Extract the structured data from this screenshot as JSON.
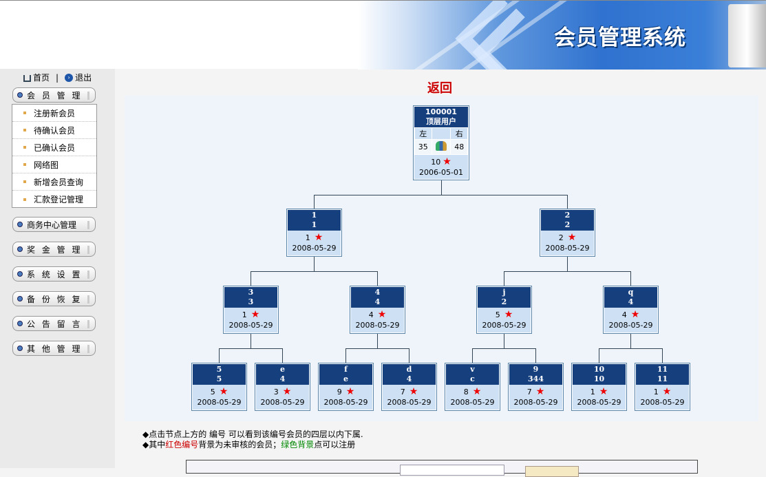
{
  "header": {
    "title": "会员管理系统"
  },
  "toplinks": {
    "home": "首页",
    "sep": "|",
    "logout": "退出"
  },
  "sidebar": {
    "menus": [
      {
        "label": "会 员 管 理"
      },
      {
        "label": "商务中心管理"
      },
      {
        "label": "奖 金 管 理"
      },
      {
        "label": "系 统 设 置"
      },
      {
        "label": "备 份 恢 复"
      },
      {
        "label": "公 告 留 言"
      },
      {
        "label": "其 他 管 理"
      }
    ],
    "submenu": [
      {
        "label": "注册新会员"
      },
      {
        "label": "待确认会员"
      },
      {
        "label": "已确认会员"
      },
      {
        "label": "网络图"
      },
      {
        "label": "新增会员查询"
      },
      {
        "label": "汇款登记管理"
      }
    ]
  },
  "back": "返回",
  "root": {
    "id": "100001",
    "name": "顶层用户",
    "left_label": "左",
    "right_label": "右",
    "left": "35",
    "right": "48",
    "stars": "10",
    "date": "2006-05-01"
  },
  "nodes": [
    {
      "id": "1",
      "name": "1",
      "stars": "1",
      "date": "2008-05-29",
      "level": 1
    },
    {
      "id": "2",
      "name": "2",
      "stars": "2",
      "date": "2008-05-29",
      "level": 1
    },
    {
      "id": "3",
      "name": "3",
      "stars": "1",
      "date": "2008-05-29",
      "level": 2
    },
    {
      "id": "4",
      "name": "4",
      "stars": "4",
      "date": "2008-05-29",
      "level": 2
    },
    {
      "id": "j",
      "name": "2",
      "stars": "5",
      "date": "2008-05-29",
      "level": 2
    },
    {
      "id": "q",
      "name": "4",
      "stars": "4",
      "date": "2008-05-29",
      "level": 2
    },
    {
      "id": "5",
      "name": "5",
      "stars": "5",
      "date": "2008-05-29",
      "level": 3
    },
    {
      "id": "e",
      "name": "4",
      "stars": "3",
      "date": "2008-05-29",
      "level": 3
    },
    {
      "id": "f",
      "name": "e",
      "stars": "9",
      "date": "2008-05-29",
      "level": 3
    },
    {
      "id": "d",
      "name": "4",
      "stars": "7",
      "date": "2008-05-29",
      "level": 3
    },
    {
      "id": "v",
      "name": "c",
      "stars": "8",
      "date": "2008-05-29",
      "level": 3
    },
    {
      "id": "9",
      "name": "344",
      "stars": "7",
      "date": "2008-05-29",
      "level": 3
    },
    {
      "id": "10",
      "name": "10",
      "stars": "1",
      "date": "2008-05-29",
      "level": 3
    },
    {
      "id": "11",
      "name": "11",
      "stars": "1",
      "date": "2008-05-29",
      "level": 3
    }
  ],
  "notes": {
    "line1": "◆点击节点上方的 编号 可以看到该编号会员的四层以内下属.",
    "line2_a": "◆其中",
    "line2_red": "红色编号",
    "line2_b": "背景为未审核的会员；",
    "line2_green": "绿色背景",
    "line2_c": "点可以注册"
  }
}
